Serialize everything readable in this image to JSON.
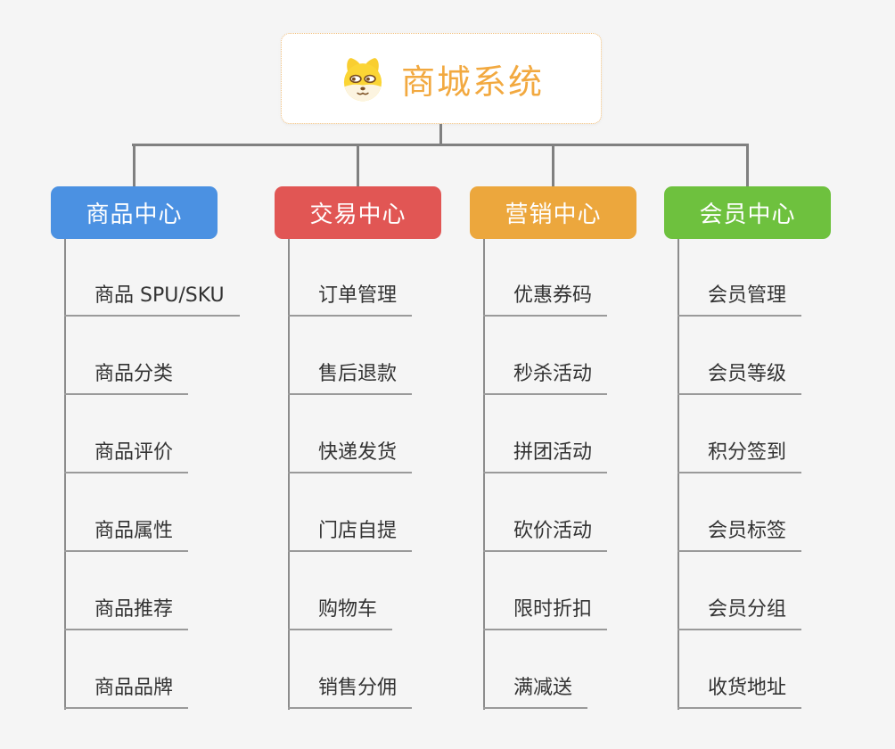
{
  "root": {
    "title": "商城系统",
    "icon": "dog-face-icon"
  },
  "branches": [
    {
      "label": "商品中心",
      "color": "#4b91e2",
      "items": [
        "商品 SPU/SKU",
        "商品分类",
        "商品评价",
        "商品属性",
        "商品推荐",
        "商品品牌"
      ]
    },
    {
      "label": "交易中心",
      "color": "#e15654",
      "items": [
        "订单管理",
        "售后退款",
        "快递发货",
        "门店自提",
        "购物车",
        "销售分佣"
      ]
    },
    {
      "label": "营销中心",
      "color": "#eca73d",
      "items": [
        "优惠券码",
        "秒杀活动",
        "拼团活动",
        "砍价活动",
        "限时折扣",
        "满减送"
      ]
    },
    {
      "label": "会员中心",
      "color": "#6ec13e",
      "items": [
        "会员管理",
        "会员等级",
        "积分签到",
        "会员标签",
        "会员分组",
        "收货地址"
      ]
    }
  ],
  "colors": {
    "background": "#f5f5f5",
    "connector": "#808080",
    "item_underline": "#9a9a9a",
    "item_text": "#333333",
    "root_text": "#f2a940",
    "root_border": "#f1c07e"
  }
}
